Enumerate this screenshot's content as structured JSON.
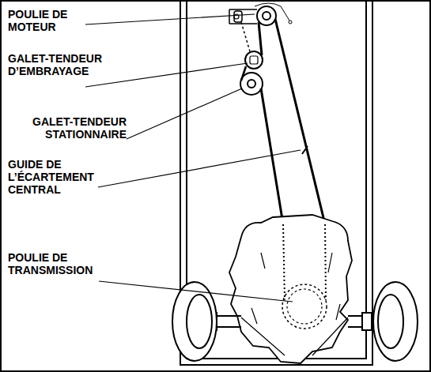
{
  "diagram": {
    "labels": [
      "POULIE DE MOTEUR",
      "GALET-TENDEUR D’EMBRAYAGE",
      "GALET-TENDEUR STATIONNAIRE",
      "GUIDE DE L’ÉCARTEMENT CENTRAL",
      "POULIE DE TRANSMISSION"
    ]
  }
}
